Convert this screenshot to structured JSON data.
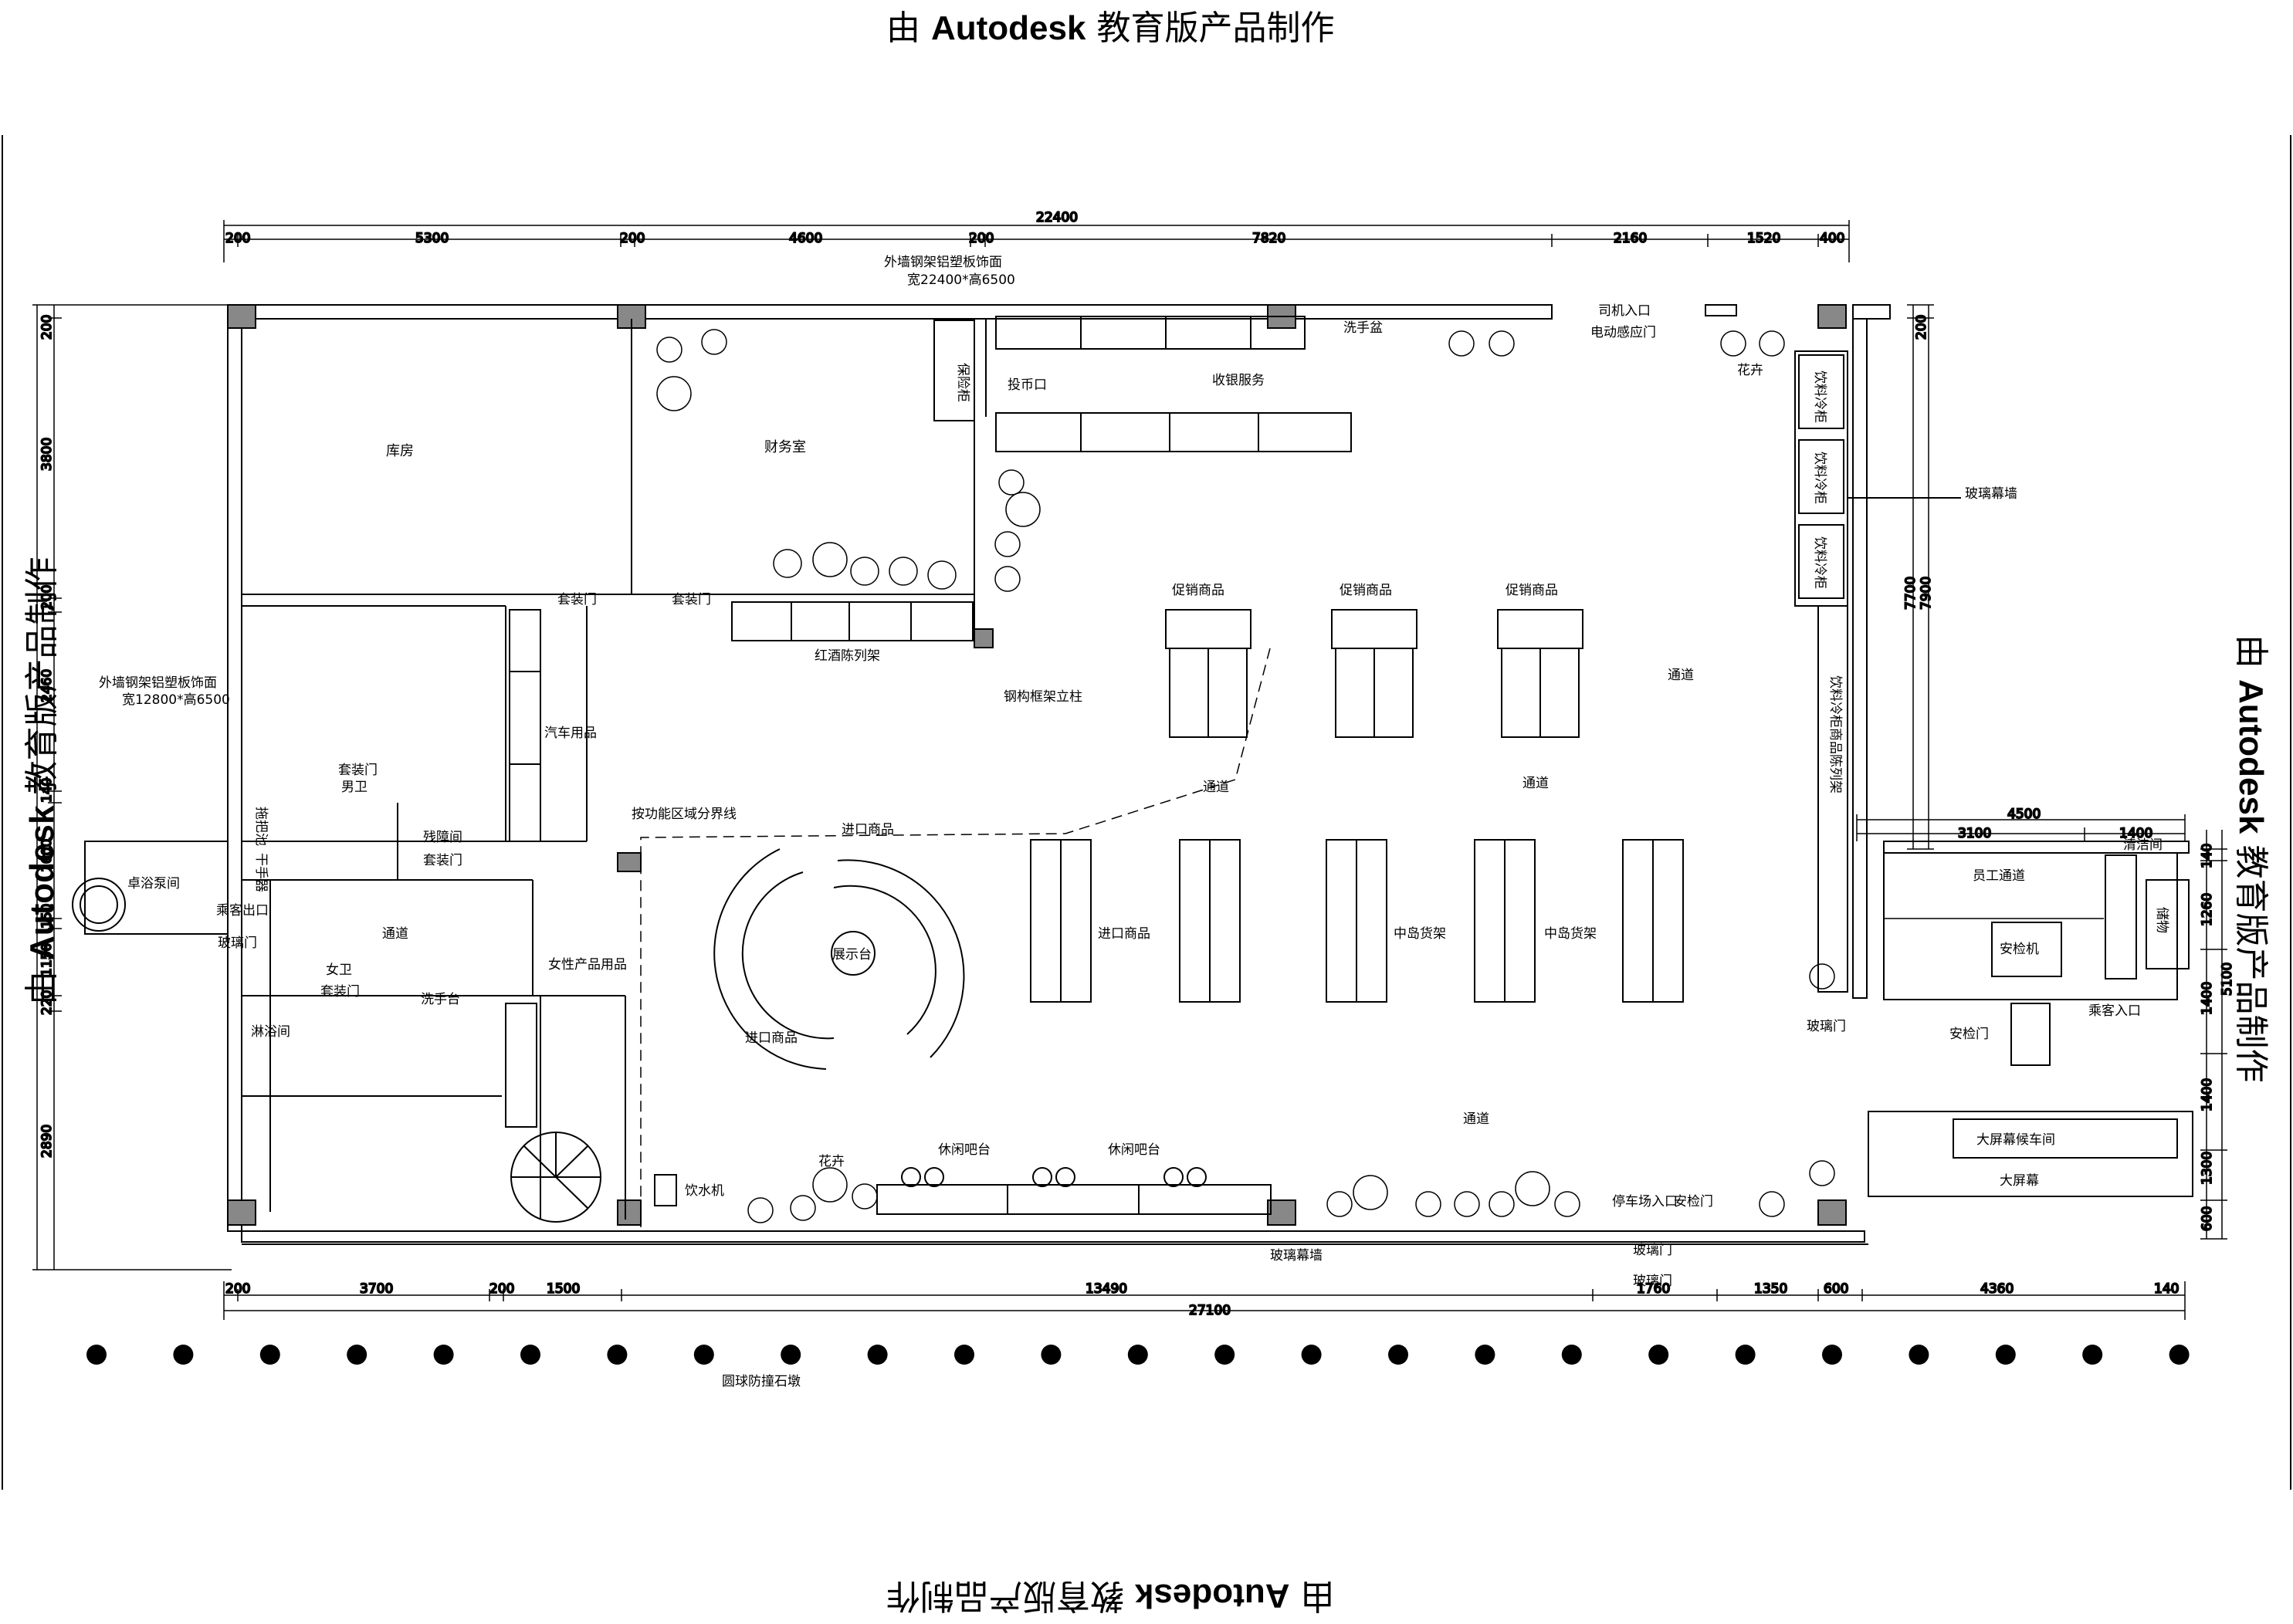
{
  "watermark": {
    "prefix": "由 ",
    "brand": "Autodesk",
    "suffix": " 教育版产品制作"
  },
  "dimensions": {
    "top_total": "22400",
    "top": [
      "200",
      "5300",
      "200",
      "4600",
      "200",
      "7820",
      "2160",
      "1520",
      "400"
    ],
    "bottom_total": "27100",
    "bottom": [
      "200",
      "3700",
      "200",
      "1500",
      "13490",
      "1760",
      "1350",
      "600",
      "4360",
      "140"
    ],
    "left": [
      "200",
      "3800",
      "200",
      "2460",
      "140",
      "1600",
      "150",
      "1150",
      "220",
      "2890"
    ],
    "right_outer": [
      "200",
      "7700",
      "7900"
    ],
    "right_mid_total": "4500",
    "right_mid": [
      "3100",
      "1400"
    ],
    "right_side": [
      "140",
      "1260",
      "1400",
      "1400",
      "1300",
      "600",
      "5100"
    ]
  },
  "labels": {
    "facade_top": "外墙钢架铝塑板饰面",
    "facade_top_size": "宽22400*高6500",
    "facade_left": "外墙钢架铝塑板饰面",
    "facade_left_size": "宽12800*高6500",
    "storage": "库房",
    "finance": "财务室",
    "auto_entry_1": "司机入口",
    "auto_entry_2": "电动感应门",
    "flowers_top": "花卉",
    "sink": "洗手盆",
    "cash_service": "收银服务",
    "cashier_port": "投币口",
    "safe": "保险柜",
    "glass_curtain_right": "玻璃幕墙",
    "drink_cab_1": "饮料冷柜",
    "drink_cab_2": "饮料冷柜",
    "drink_cab_3": "饮料冷柜",
    "promo_1": "促销商品",
    "promo_2": "促销商品",
    "promo_3": "促销商品",
    "channel_1": "通道",
    "channel_2": "通道",
    "channel_3": "通道",
    "channel_4": "通道",
    "channel_5": "通道",
    "wine_rack": "红酒陈列架",
    "steel_column": "钢构框架立柱",
    "suit_door_1": "套装门",
    "suit_door_2": "套装门",
    "suit_door_3": "套装门",
    "suit_door_4": "套装门",
    "suit_door_5": "套装门",
    "auto_supplies": "汽车用品",
    "men": "男卫",
    "mop": "拖把池",
    "hand_dryer": "干手器",
    "service_room": "残障间",
    "water_pump": "卓浴泵间",
    "passenger_exit": "乘客出口",
    "glass_door_1": "玻璃门",
    "glass_door_2": "玻璃门",
    "glass_door_3": "玻璃门",
    "glass_door_4": "玻璃门",
    "women": "女卫",
    "hand_wash": "洗手台",
    "shower": "淋浴间",
    "women_products": "女性产品用品",
    "zone_line": "按功能区域分界线",
    "import_1": "进口商品",
    "import_2": "进口商品",
    "import_3": "进口商品",
    "snack_display": "展示台",
    "mid_rack_1": "中岛货架",
    "mid_rack_2": "中岛货架",
    "coolers_right": "饮料冷柜商品陈列架",
    "staff_channel": "员工通道",
    "security_machine": "安检机",
    "security_door": "安检门",
    "passenger_entry": "乘客入口",
    "screen_area": "大屏幕候车间",
    "large_screen": "大屏幕",
    "cleaner": "清洁间",
    "storage_box": "储物",
    "flowers_bottom": "花卉",
    "rest_bar_1": "休闲吧台",
    "rest_bar_2": "休闲吧台",
    "water_dispenser": "饮水机",
    "parking_entry": "停车场入口",
    "gate": "安检门",
    "glass_curtain_bottom": "玻璃幕墙",
    "bollards": "圆球防撞石墩"
  }
}
